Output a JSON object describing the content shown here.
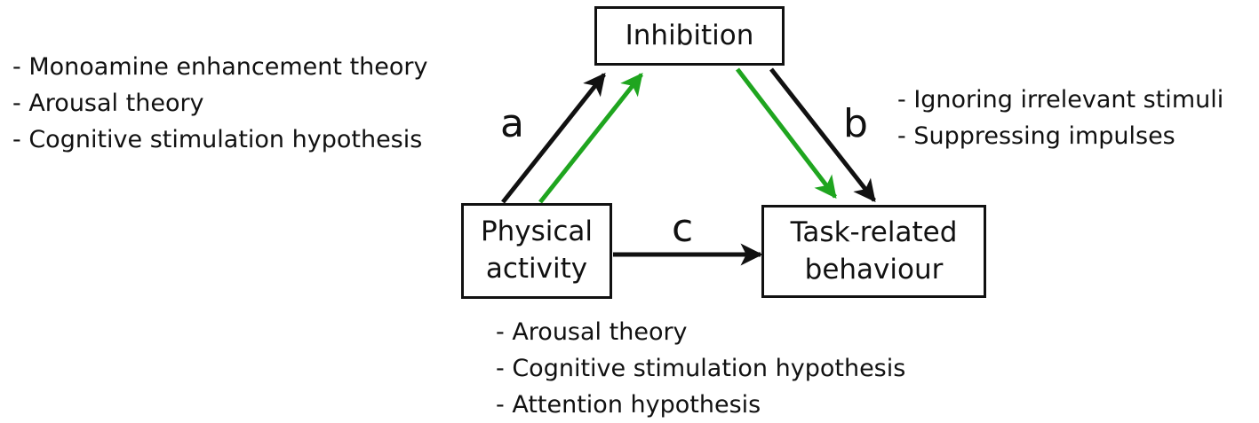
{
  "nodes": {
    "inhibition": "Inhibition",
    "physical_activity": [
      "Physical",
      "activity"
    ],
    "task_related": [
      "Task-related",
      "behaviour"
    ]
  },
  "path_labels": {
    "a": "a",
    "b": "b",
    "c": "c"
  },
  "notes": {
    "path_a": [
      "- Monoamine enhancement theory",
      "- Arousal theory",
      "- Cognitive stimulation hypothesis"
    ],
    "path_b": [
      "- Ignoring irrelevant stimuli",
      "- Suppressing impulses"
    ],
    "path_c": [
      "- Arousal theory",
      "- Cognitive stimulation hypothesis",
      "- Attention hypothesis"
    ]
  },
  "colors": {
    "black_arrow": "#111111",
    "green_arrow": "#1fa51f"
  }
}
